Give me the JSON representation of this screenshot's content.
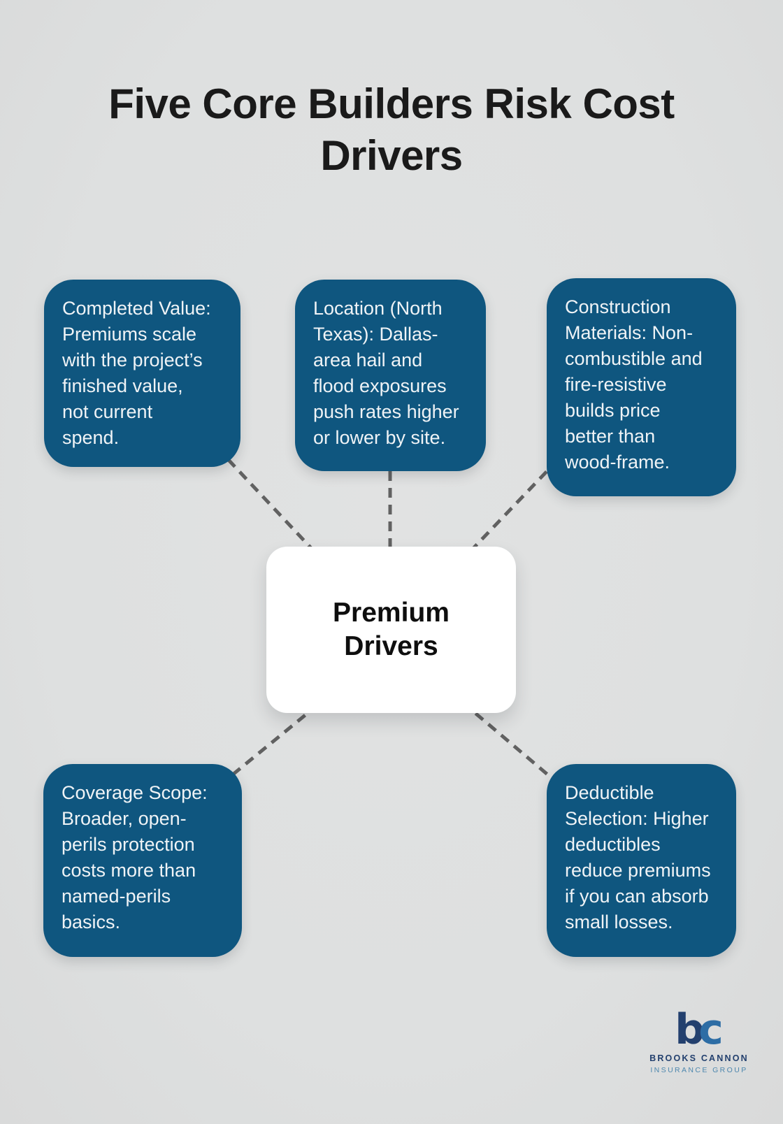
{
  "title": {
    "lines": [
      "Five Core Builders Risk Cost",
      "Drivers"
    ]
  },
  "center_node": {
    "label_lines": [
      "Premium",
      "Drivers"
    ]
  },
  "nodes": [
    {
      "id": "completed-value",
      "lines": [
        "Completed Value:",
        "Premiums scale",
        "with the project’s",
        "finished value,",
        "not current",
        "spend."
      ]
    },
    {
      "id": "location-north-texas",
      "lines": [
        "Location (North",
        "Texas): Dallas-",
        "area hail and",
        "flood exposures",
        "push rates higher",
        "or lower by site."
      ]
    },
    {
      "id": "construction-materials",
      "lines": [
        "Construction",
        "Materials: Non-",
        "combustible and",
        "fire-resistive",
        "builds price",
        "better than",
        "wood-frame."
      ]
    },
    {
      "id": "coverage-scope",
      "lines": [
        "Coverage Scope:",
        "Broader, open-",
        "perils protection",
        "costs more than",
        "named-perils",
        "basics."
      ]
    },
    {
      "id": "deductible-selection",
      "lines": [
        "Deductible",
        "Selection: Higher",
        "deductibles",
        "reduce premiums",
        "if you can absorb",
        "small losses."
      ]
    }
  ],
  "logo": {
    "monogram_b": "b",
    "monogram_c": "c",
    "name": "BROOKS CANNON",
    "tagline": "INSURANCE GROUP"
  },
  "colors": {
    "background": "#dee0e0",
    "node_fill": "#0f567f",
    "node_text": "#eff3f6",
    "center_fill": "#ffffff",
    "center_text": "#0e0e0e",
    "title_text": "#1a1a1a",
    "connector": "#616161",
    "logo_navy": "#23406e",
    "logo_blue": "#2d6da5",
    "logo_tagline": "#4d87ae"
  }
}
